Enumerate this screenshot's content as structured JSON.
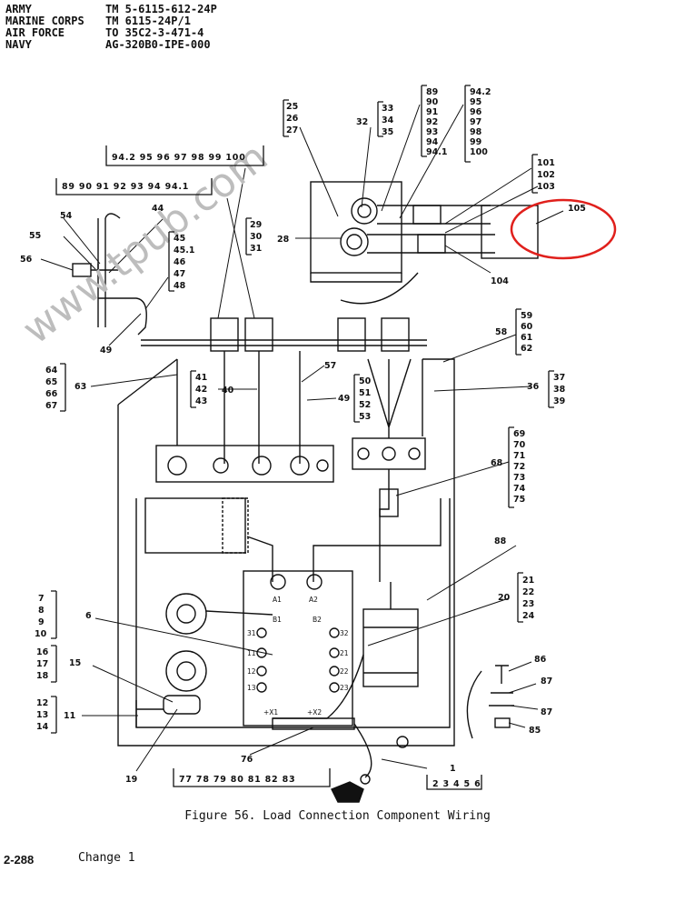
{
  "header": {
    "rows": [
      {
        "service": "ARMY",
        "doc": "TM 5-6115-612-24P"
      },
      {
        "service": "MARINE CORPS",
        "doc": "TM 6115-24P/1"
      },
      {
        "service": "AIR FORCE",
        "doc": "TO 35C2-3-471-4"
      },
      {
        "service": "NAVY",
        "doc": "AG-320B0-IPE-000"
      }
    ]
  },
  "watermark": "www.tpub.com",
  "callout_groups": {
    "g25": [
      "25",
      "26",
      "27"
    ],
    "g33": [
      "33",
      "34",
      "35"
    ],
    "g89": [
      "89",
      "90",
      "91",
      "92",
      "93",
      "94",
      "94.1"
    ],
    "g942": [
      "94.2",
      "95",
      "96",
      "97",
      "98",
      "99",
      "100"
    ],
    "g101": [
      "101",
      "102",
      "103"
    ],
    "g29": [
      "29",
      "30",
      "31"
    ],
    "g45": [
      "45",
      "45.1",
      "46",
      "47",
      "48"
    ],
    "g59": [
      "59",
      "60",
      "61",
      "62"
    ],
    "g64": [
      "64",
      "65",
      "66",
      "67"
    ],
    "g41": [
      "41",
      "42",
      "43"
    ],
    "g50": [
      "50",
      "51",
      "52",
      "53"
    ],
    "g37": [
      "37",
      "38",
      "39"
    ],
    "g69": [
      "69",
      "70",
      "71",
      "72",
      "73",
      "74",
      "75"
    ],
    "g21": [
      "21",
      "22",
      "23",
      "24"
    ],
    "g7": [
      "7",
      "8",
      "9",
      "10"
    ],
    "g16": [
      "16",
      "17",
      "18"
    ],
    "g12": [
      "12",
      "13",
      "14"
    ]
  },
  "bracket_rows": {
    "top_long": "94.2 95 96 97 98 99 100",
    "left_long": "89 90 91 92 93 94 94.1",
    "bottom_long": "77 78 79 80 81 82 83",
    "bottom_right": "2 3 4 5 6"
  },
  "single_labels": {
    "l28": "28",
    "l32": "32",
    "l105": "105",
    "l104": "104",
    "l44": "44",
    "l54": "54",
    "l55": "55",
    "l56": "56",
    "l49a": "49",
    "l49b": "49",
    "l58": "58",
    "l63": "63",
    "l40": "40",
    "l57": "57",
    "l36": "36",
    "l68": "68",
    "l88": "88",
    "l20": "20",
    "l6": "6",
    "l15": "15",
    "l11": "11",
    "l19": "19",
    "l76": "76",
    "l1": "1",
    "l86": "86",
    "l87a": "87",
    "l87b": "87",
    "l85": "85"
  },
  "terminal_labels": {
    "a1": "A1",
    "a2": "A2",
    "b1": "B1",
    "b2": "B2",
    "t31": "31",
    "t32": "32",
    "t11": "11",
    "t21": "21",
    "t12": "12",
    "t22": "22",
    "t13": "13",
    "t23": "23",
    "x1": "+X1",
    "x2": "+X2"
  },
  "caption": "Figure 56.  Load Connection Component Wiring",
  "page_number": "2-288",
  "change": "Change 1",
  "colors": {
    "ink": "#111111",
    "highlight": "#e0201c",
    "watermark": "#bdbdbd"
  }
}
